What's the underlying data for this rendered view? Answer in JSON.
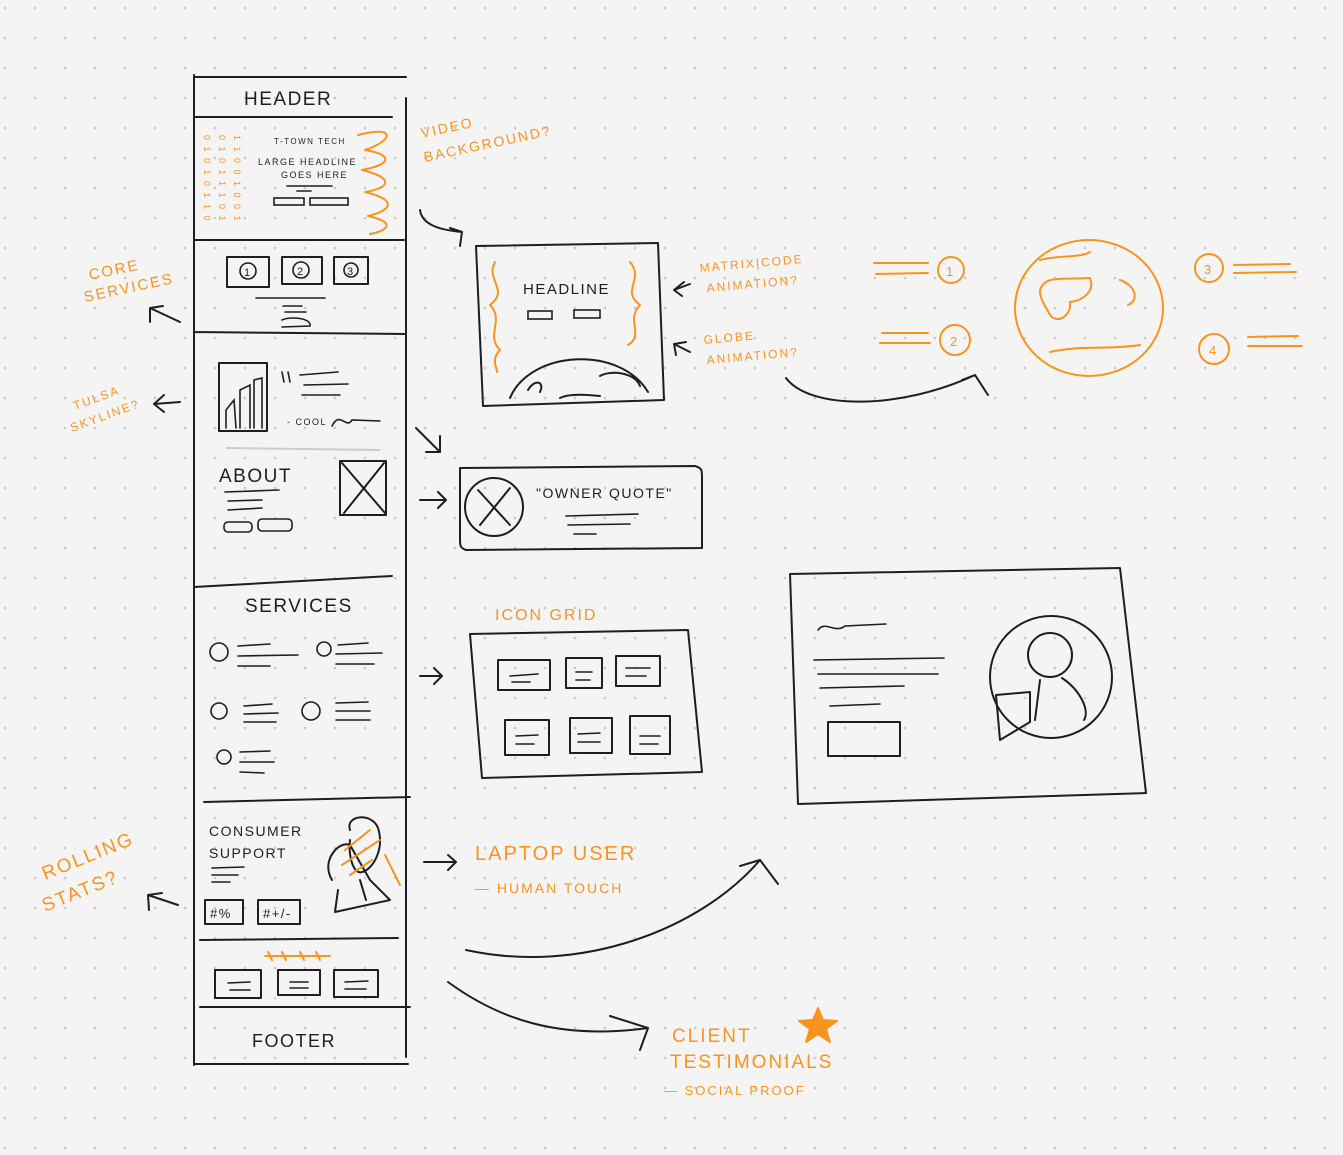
{
  "colors": {
    "ink": "#1e1e1e",
    "accent": "#f7941d",
    "paper": "#f4f4f4",
    "dots": "#c8c8c8"
  },
  "wireframe": {
    "header": "HEADER",
    "hero": {
      "brand": "T-TOWN TECH",
      "headline_1": "LARGE HEADLINE",
      "headline_2": "GOES HERE",
      "binary_cols": [
        "0 1 0 1 0 1 1 0",
        "0 1 0 1 1 1 0 1",
        "1 1 0 0 1 0 0 1"
      ]
    },
    "core_services": {
      "items": [
        "1",
        "2",
        "3"
      ]
    },
    "quote_attribution": "- COOL",
    "about": "ABOUT",
    "services": "SERVICES",
    "support": {
      "line_1": "CONSUMER",
      "line_2": "SUPPORT",
      "stats": [
        "#%",
        "#+/-"
      ]
    },
    "footer": "FOOTER"
  },
  "annotations": {
    "video_1": "VIDEO",
    "video_2": "BACKGROUND?",
    "core_1": "CORE",
    "core_2": "SERVICES",
    "skyline_1": "TULSA",
    "skyline_2": "SKYLINE?",
    "rolling_1": "ROLLING",
    "rolling_2": "STATS?",
    "matrix_1": "MATRIX|CODE",
    "matrix_2": "ANIMATION?",
    "globe_1": "GLOBE",
    "globe_2": "ANIMATION?",
    "icon_grid": "ICON GRID",
    "laptop": "LAPTOP USER",
    "laptop_sub": "— HUMAN TOUCH",
    "testimonials_1": "CLIENT",
    "testimonials_2": "TESTIMONIALS",
    "testimonials_sub": "— SOCIAL PROOF"
  },
  "detail": {
    "hero_headline": "HEADLINE",
    "owner_quote": "\"OWNER QUOTE\"",
    "globe_callouts": [
      "1",
      "2",
      "3",
      "4"
    ]
  }
}
